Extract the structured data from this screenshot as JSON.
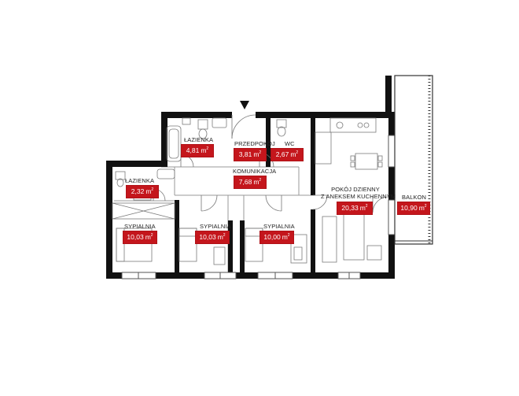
{
  "rooms": [
    {
      "key": "lazienka1",
      "label": "ŁAZIENKA",
      "area": "4,81",
      "unit": "m"
    },
    {
      "key": "przedpokoj",
      "label": "PRZEDPOKÓJ",
      "area": "3,81",
      "unit": "m"
    },
    {
      "key": "wc",
      "label": "WC",
      "area": "2,67",
      "unit": "m"
    },
    {
      "key": "komunikacja",
      "label": "KOMUNIKACJA",
      "area": "7,68",
      "unit": "m"
    },
    {
      "key": "lazienka2",
      "label": "ŁAZIENKA",
      "area": "2,32",
      "unit": "m"
    },
    {
      "key": "sypialnia1",
      "label": "SYPIALNIA",
      "area": "10,03",
      "unit": "m"
    },
    {
      "key": "sypialnia2",
      "label": "SYPIALNIA",
      "area": "10,03",
      "unit": "m"
    },
    {
      "key": "sypialnia3",
      "label": "SYPIALNIA",
      "area": "10,00",
      "unit": "m"
    },
    {
      "key": "pokoj",
      "label": "POKÓJ DZIENNY",
      "label2": "Z ANEKSEM KUCHENNYM",
      "area": "20,33",
      "unit": "m"
    },
    {
      "key": "balkon",
      "label": "BALKON",
      "area": "10,90",
      "unit": "m"
    }
  ],
  "superscript": "2",
  "colors": {
    "wall": "#111111",
    "badge": "#c4161c",
    "fixture": "#7a7a7a"
  },
  "icons": {
    "entry": "entrance-arrow-icon"
  }
}
